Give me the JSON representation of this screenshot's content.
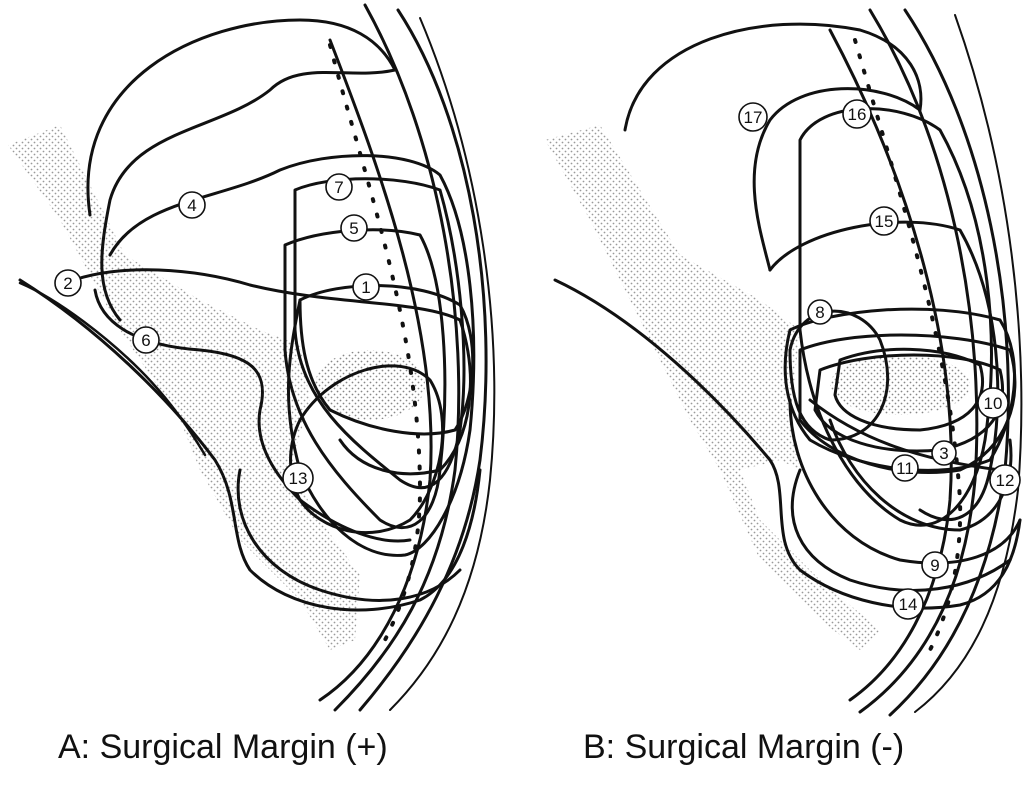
{
  "panels": [
    {
      "caption": "A: Surgical Margin (+)",
      "labels": [
        "7",
        "4",
        "5",
        "2",
        "1",
        "6",
        "13"
      ]
    },
    {
      "caption": "B: Surgical Margin (-)",
      "labels": [
        "17",
        "16",
        "15",
        "8",
        "10",
        "3",
        "11",
        "12",
        "9",
        "14"
      ]
    }
  ],
  "colors": {
    "ink": "#111111",
    "stipple": "#9a9a9a"
  }
}
